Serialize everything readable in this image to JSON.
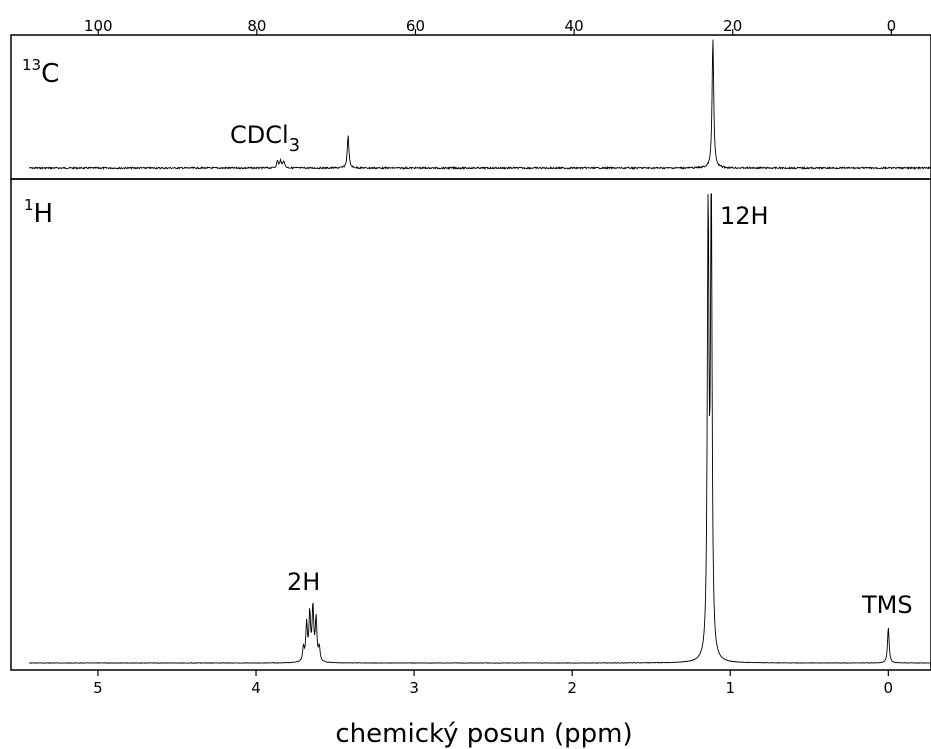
{
  "chart_data": [
    {
      "type": "line",
      "nucleus_mass": "13",
      "nucleus_symbol": "C",
      "x_axis_position": "top",
      "x_reversed": true,
      "xlim": [
        -5,
        111
      ],
      "ylim": [
        0,
        1
      ],
      "grid": false,
      "x_ticks": [
        100,
        80,
        60,
        40,
        20,
        0
      ],
      "peaks": [
        {
          "x": 77.4,
          "height": 0.055
        },
        {
          "x": 77.0,
          "height": 0.055
        },
        {
          "x": 76.6,
          "height": 0.055
        },
        {
          "x": 68.5,
          "height": 0.25
        },
        {
          "x": 22.5,
          "height": 1.0
        }
      ],
      "annotations": [
        {
          "text": "CDCl",
          "subscript": "3",
          "x": 77.0
        }
      ]
    },
    {
      "type": "line",
      "nucleus_mass": "1",
      "nucleus_symbol": "H",
      "x_axis_position": "bottom",
      "x_reversed": true,
      "xlim": [
        -0.27,
        5.55
      ],
      "ylim": [
        0,
        1
      ],
      "grid": false,
      "x_ticks": [
        5,
        4,
        3,
        2,
        1,
        0
      ],
      "xlabel": "chemický posun (ppm)",
      "peaks": [
        {
          "x": 3.7,
          "height": 0.03
        },
        {
          "x": 3.68,
          "height": 0.08
        },
        {
          "x": 3.66,
          "height": 0.1
        },
        {
          "x": 3.64,
          "height": 0.115
        },
        {
          "x": 3.62,
          "height": 0.09
        },
        {
          "x": 3.6,
          "height": 0.03
        },
        {
          "x": 1.14,
          "height": 0.96
        },
        {
          "x": 1.12,
          "height": 0.995
        },
        {
          "x": 0.0,
          "height": 0.075
        }
      ],
      "annotations": [
        {
          "text": "2H",
          "x": 3.64
        },
        {
          "text": "12H",
          "x": 1.13
        },
        {
          "text": "TMS",
          "x": 0.0
        }
      ]
    }
  ]
}
